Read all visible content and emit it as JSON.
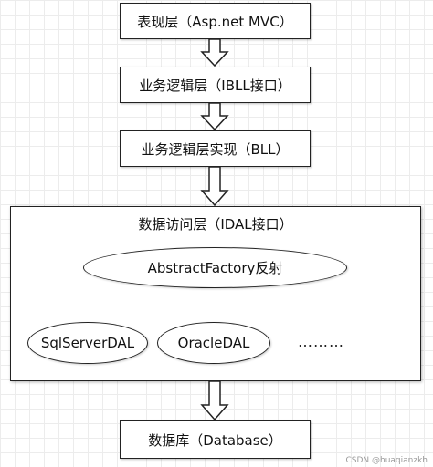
{
  "layers": {
    "presentation": "表现层（Asp.net MVC）",
    "business_interface": "业务逻辑层（IBLL接口）",
    "business_impl": "业务逻辑层实现（BLL）",
    "data_access": {
      "title": "数据访问层（IDAL接口）",
      "factory": "AbstractFactory反射",
      "implementations": [
        "SqlServerDAL",
        "OracleDAL",
        "………"
      ]
    },
    "database": "数据库（Database）"
  },
  "watermark": "CSDN @huaqianzkh"
}
